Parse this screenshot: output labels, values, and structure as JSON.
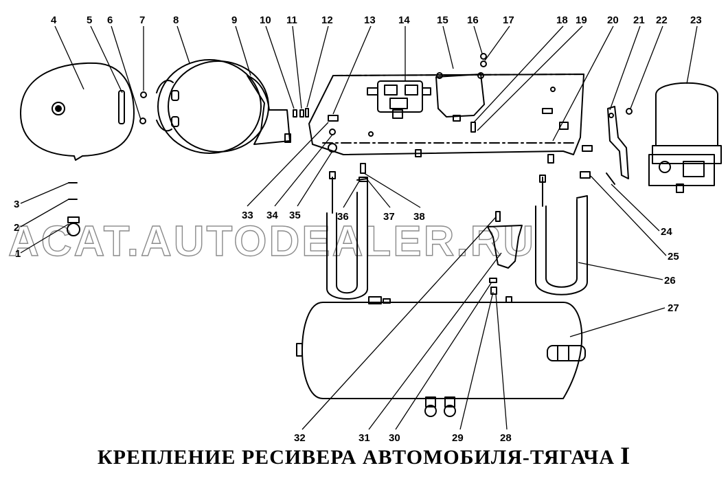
{
  "caption": {
    "text": "КРЕПЛЕНИЕ РЕСИВЕРА АВТОМОБИЛЯ-ТЯГАЧА",
    "roman": "I"
  },
  "watermark": "ACAT.AUTODEALER.RU",
  "part_numbers": [
    "1",
    "2",
    "3",
    "4",
    "5",
    "6",
    "7",
    "8",
    "9",
    "10",
    "11",
    "12",
    "13",
    "14",
    "15",
    "16",
    "17",
    "18",
    "19",
    "20",
    "21",
    "22",
    "23",
    "24",
    "25",
    "26",
    "27",
    "28",
    "29",
    "30",
    "31",
    "32",
    "33",
    "34",
    "35",
    "36",
    "37",
    "38"
  ]
}
